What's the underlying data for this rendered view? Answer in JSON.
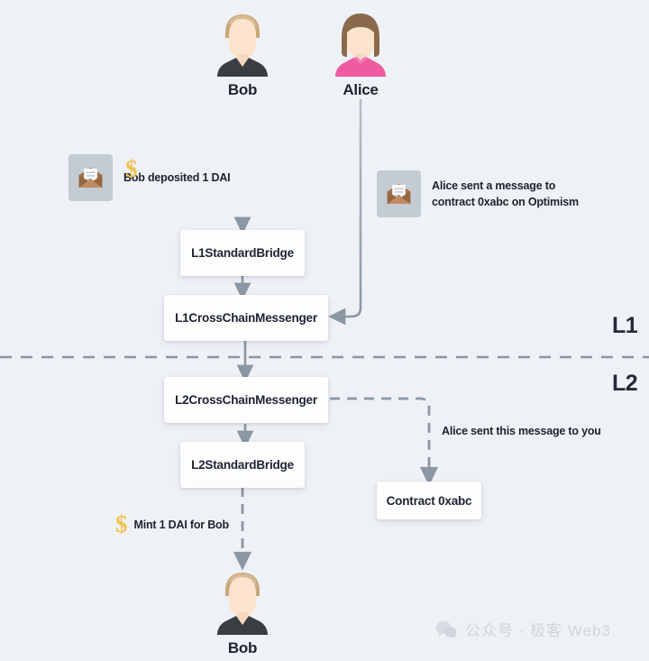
{
  "diagram": {
    "title": "Optimism L1 to L2 message and deposit flow",
    "background_color": "#eef1f5",
    "text_color": "#1d2330",
    "connector_color": "#8b97a3",
    "dollar_color": "#f2c14e"
  },
  "people": [
    {
      "id": "bob-top",
      "name": "Bob",
      "hair_color": "#c8a87a",
      "shirt_color": "#3a3d42"
    },
    {
      "id": "alice",
      "name": "Alice",
      "hair_color": "#8a6a4b",
      "shirt_color": "#ef5ba1"
    },
    {
      "id": "bob-bottom",
      "name": "Bob",
      "hair_color": "#c8a87a",
      "shirt_color": "#3a3d42"
    }
  ],
  "messages": [
    {
      "id": "bob-deposit",
      "icon": "envelope-icon",
      "caption_lines": [
        "Bob deposited 1 DAI"
      ],
      "has_dollar": true
    },
    {
      "id": "alice-message",
      "icon": "envelope-icon",
      "caption_lines": [
        "Alice sent a message to",
        "contract 0xabc on Optimism"
      ],
      "has_dollar": false
    }
  ],
  "nodes": [
    {
      "id": "l1-standard-bridge",
      "label": "L1StandardBridge"
    },
    {
      "id": "l1-cross-chain-messenger",
      "label": "L1CrossChainMessenger"
    },
    {
      "id": "l2-cross-chain-messenger",
      "label": "L2CrossChainMessenger"
    },
    {
      "id": "l2-standard-bridge",
      "label": "L2StandardBridge"
    },
    {
      "id": "contract-0xabc",
      "label": "Contract 0xabc"
    }
  ],
  "layer_tags": [
    {
      "id": "l1-tag",
      "label": "L1"
    },
    {
      "id": "l2-tag",
      "label": "L2"
    }
  ],
  "edge_labels": [
    {
      "id": "alice-to-you",
      "text": "Alice sent this message to you"
    },
    {
      "id": "mint-dai",
      "text": "Mint 1 DAI for Bob",
      "has_dollar": true
    }
  ],
  "watermark": {
    "icon": "wechat-icon",
    "text": "公众号 · 极客 Web3"
  }
}
